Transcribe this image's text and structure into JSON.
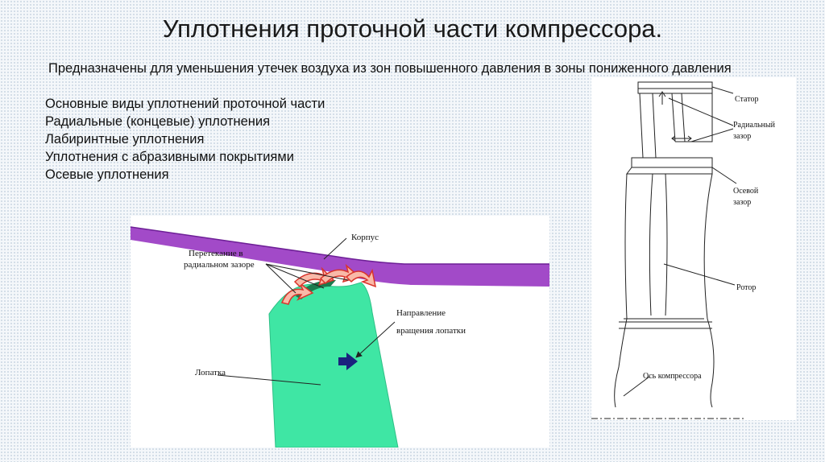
{
  "slide": {
    "title": "Уплотнения проточной части компрессора.",
    "intro": "Предназначены для уменьшения утечек воздуха из зон повышенного давления в зоны пониженного давления",
    "list_items": [
      "Основные виды уплотнений проточной части",
      "Радиальные (концевые) уплотнения",
      "Лабиринтные уплотнения",
      "Уплотнения с абразивными покрытиями",
      "Осевые уплотнения"
    ]
  },
  "figure_left": {
    "label_casing": "Корпус",
    "label_leak_line1": "Перетекание в",
    "label_leak_line2": "радиальном зазоре",
    "label_dir_line1": "Направление",
    "label_dir_line2": "вращения лопатки",
    "label_blade": "Лопатка",
    "colors": {
      "casing": "#9b3fc0",
      "blade": "#3fe0a0",
      "arrow": "#1a237e",
      "leak": "#e0463a"
    }
  },
  "figure_right": {
    "label_stator": "Статор",
    "label_radial_line1": "Радиальный",
    "label_radial_line2": "зазор",
    "label_axial_line1": "Осевой",
    "label_axial_line2": "зазор",
    "label_rotor": "Ротор",
    "label_axis": "Ось компрессора"
  }
}
